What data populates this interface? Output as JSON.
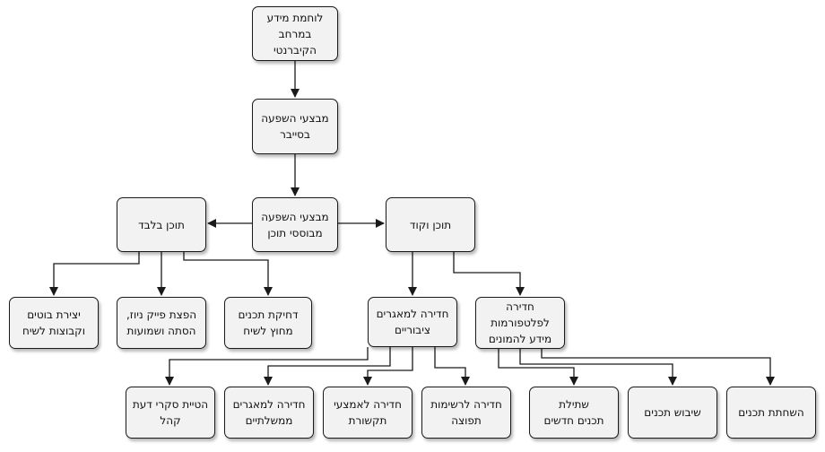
{
  "nodes": [
    {
      "id": "root",
      "lines": [
        "לוחמת מידע",
        "במרחב",
        "הקיברנטי"
      ]
    },
    {
      "id": "cyber-influence",
      "lines": [
        "מבצעי השפעה",
        "בסייבר"
      ]
    },
    {
      "id": "content-influence",
      "lines": [
        "מבצעי השפעה",
        "מבוססי תוכן"
      ]
    },
    {
      "id": "content-only",
      "lines": [
        "תוכן בלבד"
      ]
    },
    {
      "id": "content-and-code",
      "lines": [
        "תוכן וקוד"
      ]
    },
    {
      "id": "bots",
      "lines": [
        "יצירת בוטים",
        "וקבוצות לשיח"
      ]
    },
    {
      "id": "fake-news",
      "lines": [
        "הפצת פייק ניוז,",
        "הסתה ושמועות"
      ]
    },
    {
      "id": "push-content",
      "lines": [
        "דחיקת תכנים",
        "מחוץ לשיח"
      ]
    },
    {
      "id": "public-db",
      "lines": [
        "חדירה למאגרים",
        "ציבוריים"
      ]
    },
    {
      "id": "platforms",
      "lines": [
        "חדירה",
        "לפלטפורמות",
        "מידע להמונים"
      ]
    },
    {
      "id": "polls",
      "lines": [
        "הטיית סקרי דעת",
        "קהל"
      ]
    },
    {
      "id": "gov-db",
      "lines": [
        "חדירה למאגרים",
        "ממשלתיים"
      ]
    },
    {
      "id": "media",
      "lines": [
        "חדירה לאמצעי",
        "תקשורת"
      ]
    },
    {
      "id": "mailing",
      "lines": [
        "חדירה לרשימות",
        "תפוצה"
      ]
    },
    {
      "id": "plant",
      "lines": [
        "שתילת",
        "תכנים חדשים"
      ]
    },
    {
      "id": "disrupt",
      "lines": [
        "שיבוש תכנים"
      ]
    },
    {
      "id": "corrupt",
      "lines": [
        "השחתת תכנים"
      ]
    }
  ]
}
